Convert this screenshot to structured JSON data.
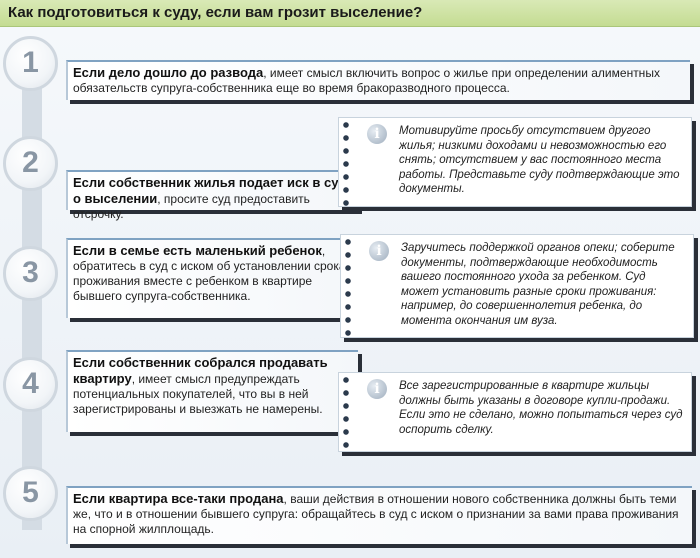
{
  "title": "Как подготовиться к суду, если вам грозит выселение?",
  "steps": [
    {
      "number": "1",
      "lead": "Если дело дошло до развода",
      "text": ", имеет смысл включить вопрос о жилье при определении алиментных обязательств супруга-собственника еще во время бракоразводного процесса."
    },
    {
      "number": "2",
      "lead": "Если собственник жилья подает иск в суд о выселении",
      "text": ", просите суд предоставить отсрочку."
    },
    {
      "number": "3",
      "lead": "Если в семье есть маленький ребенок",
      "text": ", обратитесь в суд с иском об установлении срока проживания вместе с ребенком в квартире бывшего супруга-собственника."
    },
    {
      "number": "4",
      "lead": "Если собственник собрался продавать квартиру",
      "text": ", имеет смысл предупреждать потенциальных покупателей, что вы в ней зарегистрированы и выезжать не намерены."
    },
    {
      "number": "5",
      "lead": "Если квартира все-таки продана",
      "text": ", ваши действия в отношении нового собственника должны быть теми же, что и в отношении бывшего супруга: обращайтесь в суд с иском о признании за вами права проживания на спорной жилплощадь."
    }
  ],
  "notes": [
    {
      "icon": "info-icon",
      "text": "Мотивируйте просьбу отсутствием другого жилья; низкими доходами и невозможностью его снять; отсутствием у вас постоянного места работы. Представьте суду подтверждающие это документы."
    },
    {
      "icon": "info-icon",
      "text": "Заручитесь поддержкой органов опеки; соберите документы, подтверждающие необходимость вашего постоянного ухода за ребенком. Суд может установить разные сроки проживания: например, до совершеннолетия ребенка, до момента окончания им вуза."
    },
    {
      "icon": "info-icon",
      "text": "Все зарегистрированные в квартире жильцы должны быть указаны в договоре купли-продажи. Если это не сделано, можно попытаться через суд оспорить сделку."
    }
  ]
}
